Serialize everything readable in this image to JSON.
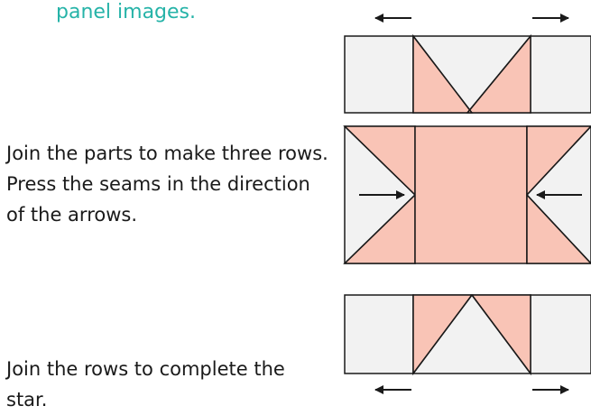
{
  "header_fragment": "panel images.",
  "step_rows": "Join the parts to make three rows. Press the seams in the direction of the arrows.",
  "step_star": "Join the rows to complete the star.",
  "colors": {
    "pink": "#f9c4b6",
    "light_gray": "#f2f2f2",
    "stroke": "#1a1a1a",
    "accent_text": "#26b3a8"
  }
}
